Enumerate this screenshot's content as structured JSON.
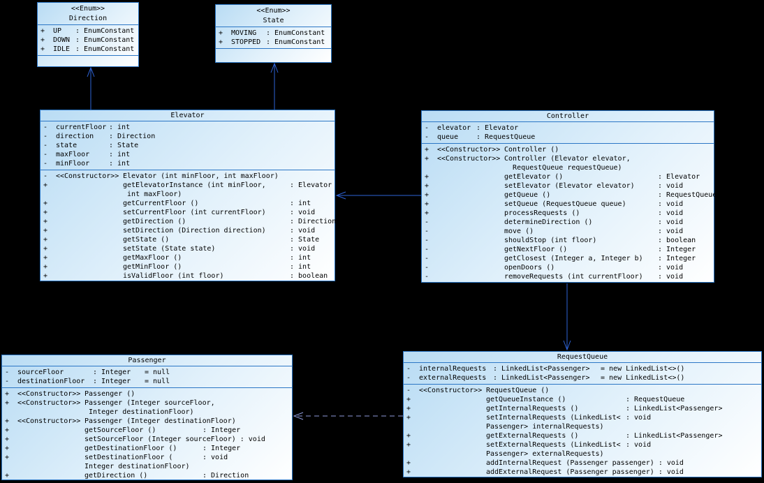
{
  "diagram": {
    "background_color": "#000000",
    "box_border_color": "#2b76c5",
    "box_fill_top": "#b9dcf4",
    "box_fill_bottom": "#ffffff",
    "arrow_color": "#2e63d6",
    "dashed_arrow_color": "#8f9cdb"
  },
  "classes": [
    {
      "kind": "enum",
      "stereotype": "<<Enum>>",
      "name": "Direction",
      "attributes": [
        {
          "vis": "+",
          "name": "UP",
          "type": ": EnumConstant",
          "default": ""
        },
        {
          "vis": "+",
          "name": "DOWN",
          "type": ": EnumConstant",
          "default": ""
        },
        {
          "vis": "+",
          "name": "IDLE",
          "type": ": EnumConstant",
          "default": ""
        }
      ],
      "methods": []
    },
    {
      "kind": "enum",
      "stereotype": "<<Enum>>",
      "name": "State",
      "attributes": [
        {
          "vis": "+",
          "name": "MOVING",
          "type": ": EnumConstant",
          "default": ""
        },
        {
          "vis": "+",
          "name": "STOPPED",
          "type": ": EnumConstant",
          "default": ""
        }
      ],
      "methods": []
    },
    {
      "kind": "class",
      "stereotype": "",
      "name": "Elevator",
      "attributes": [
        {
          "vis": "-",
          "name": "currentFloor",
          "type": ": int",
          "default": ""
        },
        {
          "vis": "-",
          "name": "direction",
          "type": ": Direction",
          "default": ""
        },
        {
          "vis": "-",
          "name": "state",
          "type": ": State",
          "default": ""
        },
        {
          "vis": "-",
          "name": "maxFloor",
          "type": ": int",
          "default": ""
        },
        {
          "vis": "-",
          "name": "minFloor",
          "type": ": int",
          "default": ""
        }
      ],
      "methods": [
        {
          "vis": "-",
          "ctor": "<<Constructor>>",
          "name": "Elevator (int minFloor, int maxFloor)",
          "ret": ""
        },
        {
          "vis": "+",
          "ctor": "",
          "name": "getElevatorInstance (int minFloor,\n int maxFloor)",
          "ret": ": Elevator"
        },
        {
          "vis": "+",
          "ctor": "",
          "name": "getCurrentFloor ()",
          "ret": ": int"
        },
        {
          "vis": "+",
          "ctor": "",
          "name": "setCurrentFloor (int currentFloor)",
          "ret": ": void"
        },
        {
          "vis": "+",
          "ctor": "",
          "name": "getDirection ()",
          "ret": ": Direction"
        },
        {
          "vis": "+",
          "ctor": "",
          "name": "setDirection (Direction direction)",
          "ret": ": void"
        },
        {
          "vis": "+",
          "ctor": "",
          "name": "getState ()",
          "ret": ": State"
        },
        {
          "vis": "+",
          "ctor": "",
          "name": "setState (State state)",
          "ret": ": void"
        },
        {
          "vis": "+",
          "ctor": "",
          "name": "getMaxFloor ()",
          "ret": ": int"
        },
        {
          "vis": "+",
          "ctor": "",
          "name": "getMinFloor ()",
          "ret": ": int"
        },
        {
          "vis": "+",
          "ctor": "",
          "name": "isValidFloor (int floor)",
          "ret": ": boolean"
        }
      ]
    },
    {
      "kind": "class",
      "stereotype": "",
      "name": "Controller",
      "attributes": [
        {
          "vis": "-",
          "name": "elevator",
          "type": ": Elevator",
          "default": ""
        },
        {
          "vis": "-",
          "name": "queue",
          "type": ": RequestQueue",
          "default": ""
        }
      ],
      "methods": [
        {
          "vis": "+",
          "ctor": "<<Constructor>>",
          "name": "Controller ()",
          "ret": ""
        },
        {
          "vis": "+",
          "ctor": "<<Constructor>>",
          "name": "Controller (Elevator elevator,\n  RequestQueue requestQueue)",
          "ret": ""
        },
        {
          "vis": "+",
          "ctor": "",
          "name": "getElevator ()",
          "ret": ": Elevator"
        },
        {
          "vis": "+",
          "ctor": "",
          "name": "setElevator (Elevator elevator)",
          "ret": ": void"
        },
        {
          "vis": "+",
          "ctor": "",
          "name": "getQueue ()",
          "ret": ": RequestQueue"
        },
        {
          "vis": "+",
          "ctor": "",
          "name": "setQueue (RequestQueue queue)",
          "ret": ": void"
        },
        {
          "vis": "+",
          "ctor": "",
          "name": "processRequests ()",
          "ret": ": void"
        },
        {
          "vis": "-",
          "ctor": "",
          "name": "determineDirection ()",
          "ret": ": void"
        },
        {
          "vis": "-",
          "ctor": "",
          "name": "move ()",
          "ret": ": void"
        },
        {
          "vis": "-",
          "ctor": "",
          "name": "shouldStop (int floor)",
          "ret": ": boolean"
        },
        {
          "vis": "-",
          "ctor": "",
          "name": "getNextFloor ()",
          "ret": ": Integer"
        },
        {
          "vis": "-",
          "ctor": "",
          "name": "getClosest (Integer a, Integer b)",
          "ret": ": Integer"
        },
        {
          "vis": "-",
          "ctor": "",
          "name": "openDoors ()",
          "ret": ": void"
        },
        {
          "vis": "-",
          "ctor": "",
          "name": "removeRequests (int currentFloor)",
          "ret": ": void"
        }
      ]
    },
    {
      "kind": "class",
      "stereotype": "",
      "name": "Passenger",
      "attributes": [
        {
          "vis": "-",
          "name": "sourceFloor",
          "type": ": Integer",
          "default": "= null"
        },
        {
          "vis": "-",
          "name": "destinationFloor",
          "type": ": Integer",
          "default": "= null"
        }
      ],
      "methods": [
        {
          "vis": "+",
          "ctor": "<<Constructor>>",
          "name": "Passenger ()",
          "ret": ""
        },
        {
          "vis": "+",
          "ctor": "<<Constructor>>",
          "name": "Passenger (Integer sourceFloor,\n Integer destinationFloor)",
          "ret": ""
        },
        {
          "vis": "+",
          "ctor": "<<Constructor>>",
          "name": "Passenger (Integer destinationFloor)",
          "ret": ""
        },
        {
          "vis": "+",
          "ctor": "",
          "name": "getSourceFloor ()",
          "ret": ": Integer"
        },
        {
          "vis": "+",
          "ctor": "",
          "name": "setSourceFloor (Integer sourceFloor)",
          "ret": ": void"
        },
        {
          "vis": "+",
          "ctor": "",
          "name": "getDestinationFloor ()",
          "ret": ": Integer"
        },
        {
          "vis": "+",
          "ctor": "",
          "name": "setDestinationFloor (\nInteger destinationFloor)",
          "ret": ": void"
        },
        {
          "vis": "+",
          "ctor": "",
          "name": "getDirection ()",
          "ret": ": Direction"
        }
      ]
    },
    {
      "kind": "class",
      "stereotype": "",
      "name": "RequestQueue",
      "attributes": [
        {
          "vis": "-",
          "name": "internalRequests",
          "type": ": LinkedList<Passenger>",
          "default": "= new LinkedList<>()"
        },
        {
          "vis": "-",
          "name": "externalRequests",
          "type": ": LinkedList<Passenger>",
          "default": "= new LinkedList<>()"
        }
      ],
      "methods": [
        {
          "vis": "-",
          "ctor": "<<Constructor>>",
          "name": "RequestQueue ()",
          "ret": ""
        },
        {
          "vis": "+",
          "ctor": "",
          "name": "getQueueInstance ()",
          "ret": ": RequestQueue"
        },
        {
          "vis": "+",
          "ctor": "",
          "name": "getInternalRequests ()",
          "ret": ": LinkedList<Passenger>"
        },
        {
          "vis": "+",
          "ctor": "",
          "name": "setInternalRequests (LinkedList<\nPassenger> internalRequests)",
          "ret": ": void"
        },
        {
          "vis": "+",
          "ctor": "",
          "name": "getExternalRequests ()",
          "ret": ": LinkedList<Passenger>"
        },
        {
          "vis": "+",
          "ctor": "",
          "name": "setExternalRequests (LinkedList<\nPassenger> externalRequests)",
          "ret": ": void"
        },
        {
          "vis": "+",
          "ctor": "",
          "name": "addInternalRequest (Passenger passenger)",
          "ret": ": void"
        },
        {
          "vis": "+",
          "ctor": "",
          "name": "addExternalRequest (Passenger passenger)",
          "ret": ": void"
        }
      ]
    }
  ]
}
